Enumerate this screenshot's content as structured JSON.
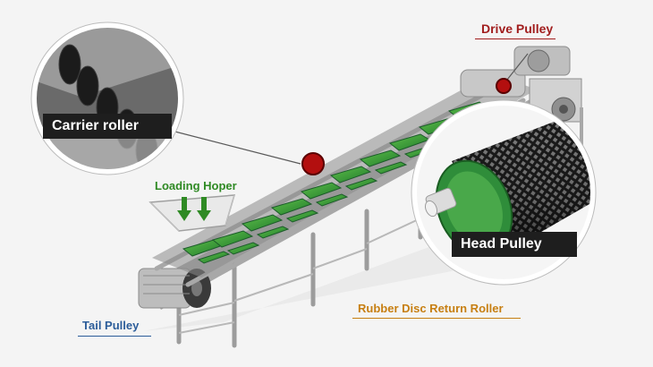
{
  "labels": {
    "drive_pulley": "Drive Pulley",
    "carrier_roller": "Carrier roller",
    "loading_hoper": "Loading Hoper",
    "head_pulley": "Head Pulley",
    "tail_pulley": "Tail Pulley",
    "rubber_disc_return_roller": "Rubber Disc Return Roller"
  },
  "colors": {
    "frame": "#a8a8a8",
    "idler": "#2f6b43",
    "belt_roller": "#1a1a1a",
    "marker": "#b30f0f",
    "drive_label": "#a11d1d",
    "loading_label": "#2f8a24",
    "tail_label": "#2c5d9a",
    "rubber_label": "#c77f12",
    "tag_bg": "#1e1e1e"
  }
}
